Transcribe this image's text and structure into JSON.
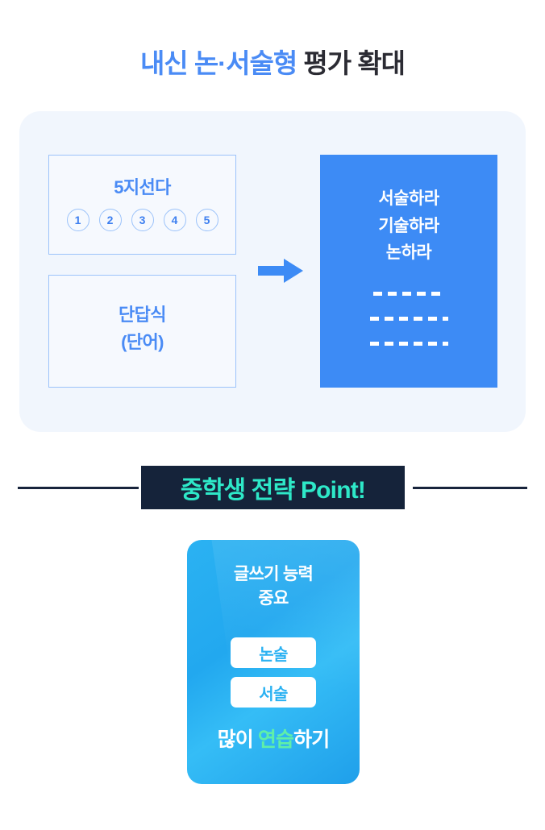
{
  "title": {
    "highlight": "내신 논·서술형",
    "rest": " 평가 확대",
    "highlight_color": "#4A8BF5",
    "rest_color": "#2B2B33"
  },
  "diagram": {
    "panel_bg": "#F1F6FD",
    "old_format": {
      "multiple_choice": {
        "label": "5지선다",
        "options": [
          "1",
          "2",
          "3",
          "4",
          "5"
        ]
      },
      "short_answer": {
        "line1": "단답식",
        "line2": "(단어)"
      }
    },
    "arrow": {
      "icon": "arrow-right-icon",
      "color": "#3D8BF5"
    },
    "new_format": {
      "lines": [
        "서술하라",
        "기술하라",
        "논하라"
      ],
      "writing_lines": 3,
      "bg_color": "#3D8BF5",
      "text_color": "#FFFFFF"
    }
  },
  "banner": {
    "text": "중학생 전략 Point!",
    "bg_color": "#15233A",
    "text_color": "#2EE8C8",
    "rule_color": "#18243C"
  },
  "strategy_card": {
    "heading_line1": "글쓰기 능력",
    "heading_line2": "중요",
    "pills": [
      "논술",
      "서술"
    ],
    "footer": {
      "prefix": "많이 ",
      "accent": "연습",
      "suffix": "하기"
    },
    "bg_color": "#2BB2F2",
    "pill_bg": "#FFFFFF",
    "pill_text_color": "#2BB2F2",
    "accent_color": "#5FEFA8"
  }
}
